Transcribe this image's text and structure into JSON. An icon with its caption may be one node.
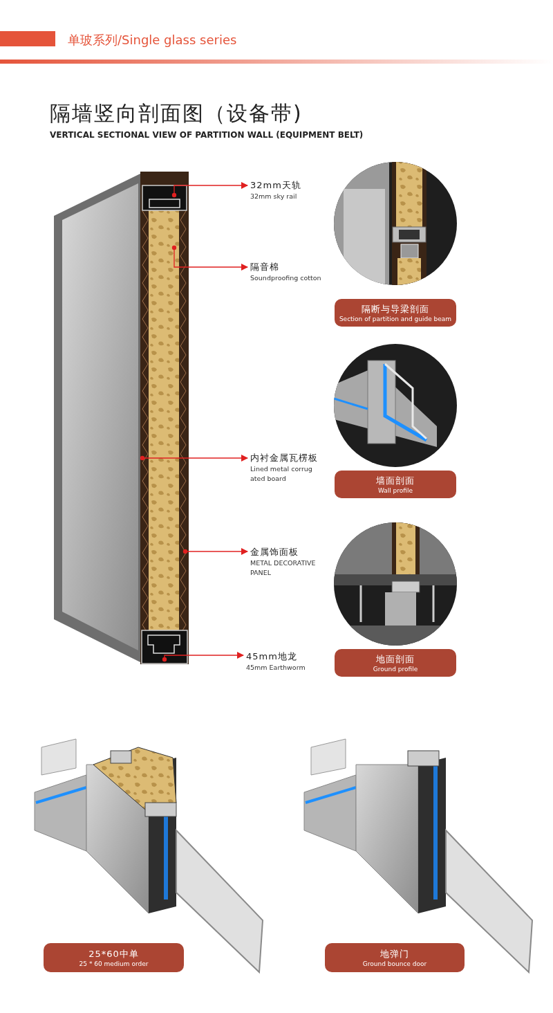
{
  "diagram": {
    "title": "隔墙竖向剖面图（设备带)",
    "nodes": [
      {
        "text": [
          "32mm天轨",
          "32mm sky rail"
        ]
      },
      {
        "text": [
          "隔音棉",
          "Soundproofing cotton"
        ]
      },
      {
        "text": [
          "内衬金属瓦楞板",
          "Lined metal corrug ated board"
        ]
      },
      {
        "text": [
          "金属饰面板",
          "METAL DECORATIVE PANEL"
        ]
      },
      {
        "text": [
          "45mm地龙",
          "45mm Earthworm"
        ]
      },
      {
        "text": [
          "隔断与导梁剖面",
          "Section of partition and guide beam"
        ]
      },
      {
        "text": [
          "墙面剖面",
          "Wall profile"
        ]
      },
      {
        "text": [
          "地面剖面",
          "Ground profile"
        ]
      },
      {
        "text": [
          "25*60中单",
          "25 * 60 medium order"
        ]
      },
      {
        "text": [
          "地弹门",
          "Ground bounce door"
        ]
      }
    ],
    "edges": [
      {
        "from": null,
        "to": 0,
        "arrow": "to"
      },
      {
        "from": null,
        "to": 1,
        "arrow": "to"
      },
      {
        "from": null,
        "to": 2,
        "arrow": "to"
      },
      {
        "from": null,
        "to": 3,
        "arrow": "to"
      },
      {
        "from": null,
        "to": 4,
        "arrow": "to"
      }
    ],
    "labels": [
      "单玻系列/Single glass series",
      "VERTICAL SECTIONAL VIEW OF PARTITION WALL (EQUIPMENT BELT)"
    ]
  }
}
